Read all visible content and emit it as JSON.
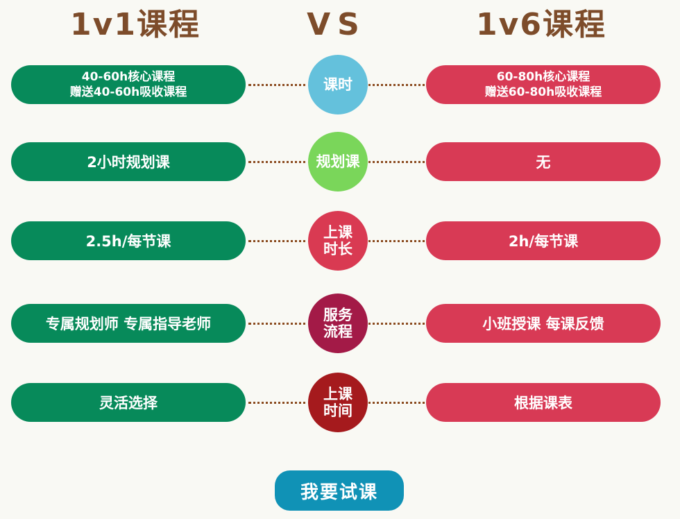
{
  "header": {
    "left_title": "1v1课程",
    "vs_label": "VS",
    "right_title": "1v6课程"
  },
  "rows": [
    {
      "left_lines": [
        "40-60h核心课程",
        "赠送40-60h吸收课程"
      ],
      "center_lines": [
        "课时"
      ],
      "center_color": "#64c1dc",
      "right_lines": [
        "60-80h核心课程",
        "赠送60-80h吸收课程"
      ]
    },
    {
      "left_lines": [
        "2小时规划课"
      ],
      "center_lines": [
        "规划课"
      ],
      "center_color": "#7ad65a",
      "right_lines": [
        "无"
      ]
    },
    {
      "left_lines": [
        "2.5h/每节课"
      ],
      "center_lines": [
        "上课",
        "时长"
      ],
      "center_color": "#d93a52",
      "right_lines": [
        "2h/每节课"
      ]
    },
    {
      "left_lines": [
        "专属规划师 专属指导老师"
      ],
      "center_lines": [
        "服务",
        "流程"
      ],
      "center_color": "#a31a47",
      "right_lines": [
        "小班授课 每课反馈"
      ]
    },
    {
      "left_lines": [
        "灵活选择"
      ],
      "center_lines": [
        "上课",
        "时间"
      ],
      "center_color": "#a51a1d",
      "right_lines": [
        "根据课表"
      ]
    }
  ],
  "cta": {
    "label": "我要试课"
  },
  "colors": {
    "title_brown": "#7d4c2a",
    "left_pill_green": "#078a5a",
    "right_pill_red": "#d83a55",
    "dots_brown": "#8a4a1e",
    "cta_blue": "#1092b6",
    "background": "#f9f9f4"
  }
}
